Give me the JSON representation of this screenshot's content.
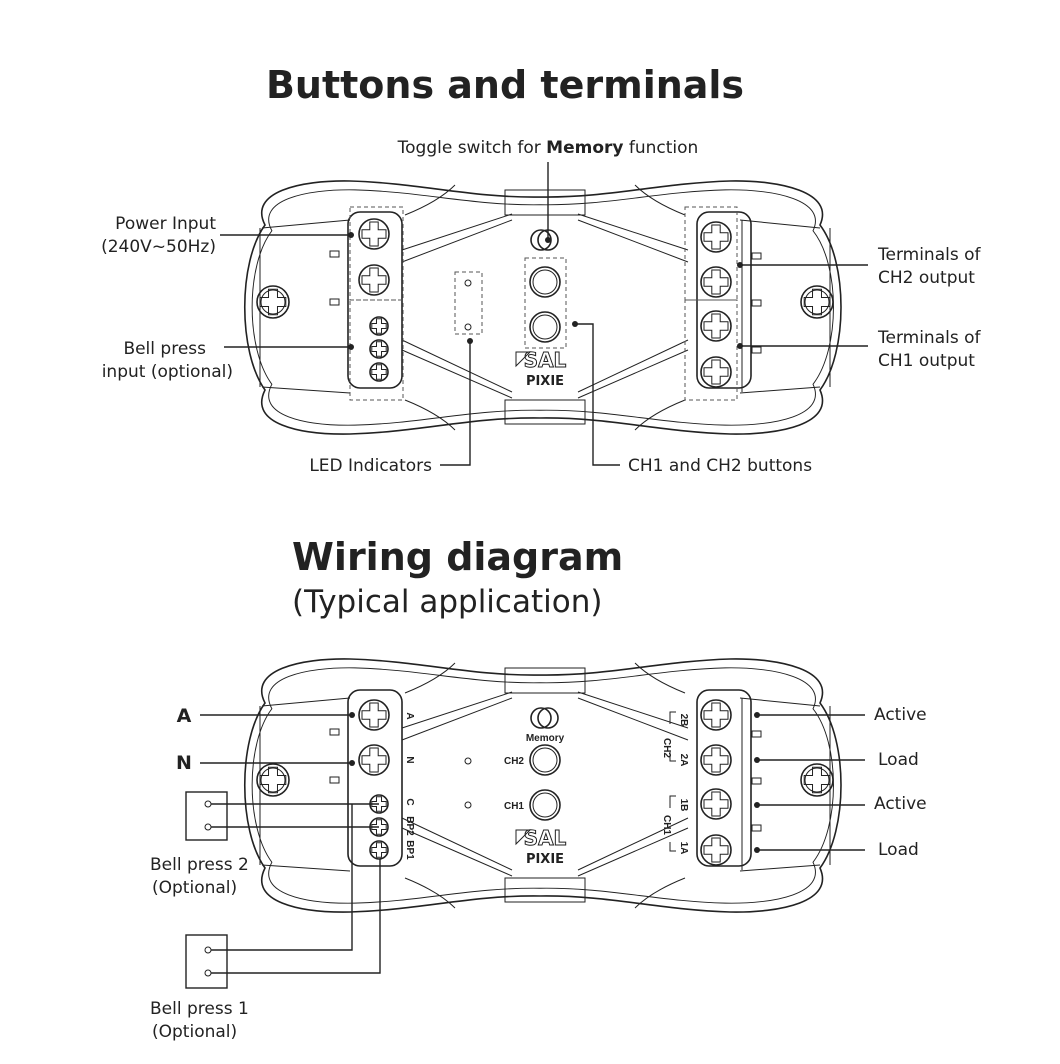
{
  "section1": {
    "title": "Buttons and terminals",
    "callouts": {
      "toggle_prefix": "Toggle switch for ",
      "toggle_bold": "Memory",
      "toggle_suffix": " function",
      "power_line1": "Power Input",
      "power_line2": "(240V~50Hz)",
      "bell_line1": "Bell press",
      "bell_line2": "input (optional)",
      "ch2_line1": "Terminals of",
      "ch2_line2": "CH2 output",
      "ch1_line1": "Terminals of",
      "ch1_line2": "CH1 output",
      "led": "LED Indicators",
      "buttons": "CH1 and CH2 buttons"
    }
  },
  "section2": {
    "title": "Wiring diagram",
    "subtitle": "(Typical application)",
    "left_terminals": {
      "a": "A",
      "n": "N"
    },
    "right_labels": [
      "Active",
      "Load",
      "Active",
      "Load"
    ],
    "bell2_line1": "Bell press 2",
    "bell2_line2": "(Optional)",
    "bell1_line1": "Bell press 1",
    "bell1_line2": "(Optional)",
    "device_labels": {
      "a": "A",
      "n": "N",
      "c": "C",
      "bp2": "BP2",
      "bp1": "BP1",
      "t2b": "2B",
      "ch2": "CH2",
      "t2a": "2A",
      "t1b": "1B",
      "ch1": "CH1",
      "t1a": "1A",
      "memory": "Memory",
      "btn_ch2": "CH2",
      "btn_ch1": "CH1"
    }
  },
  "device": {
    "brand": "SAL",
    "model": "PIXIE"
  },
  "colors": {
    "ink": "#222222",
    "background": "#ffffff"
  }
}
